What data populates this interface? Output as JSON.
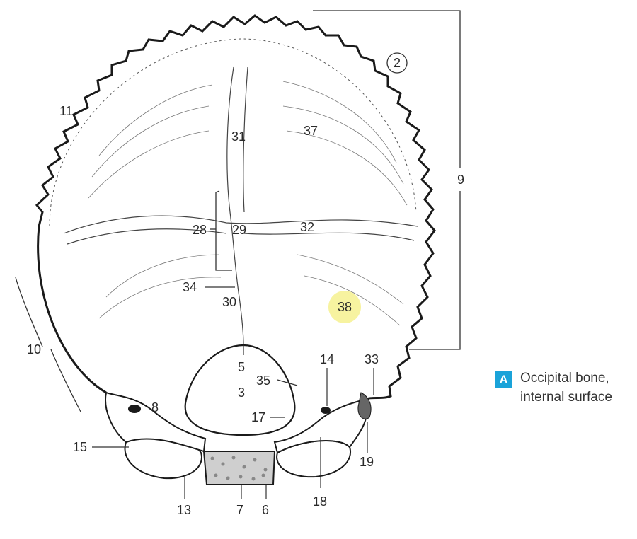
{
  "caption": {
    "badge": "A",
    "line1": "Occipital bone,",
    "line2": "internal surface"
  },
  "labels": {
    "l2": "2",
    "l3": "3",
    "l5": "5",
    "l6": "6",
    "l7": "7",
    "l8": "8",
    "l9": "9",
    "l10": "10",
    "l11": "11",
    "l13": "13",
    "l14": "14",
    "l15": "15",
    "l17": "17",
    "l18": "18",
    "l19": "19",
    "l28": "28",
    "l29": "29",
    "l30": "30",
    "l31": "31",
    "l32": "32",
    "l33": "33",
    "l34": "34",
    "l35": "35",
    "l37": "37",
    "l38": "38"
  },
  "highlight_color": "#f7f3a0",
  "badge_color": "#1aa3d9"
}
